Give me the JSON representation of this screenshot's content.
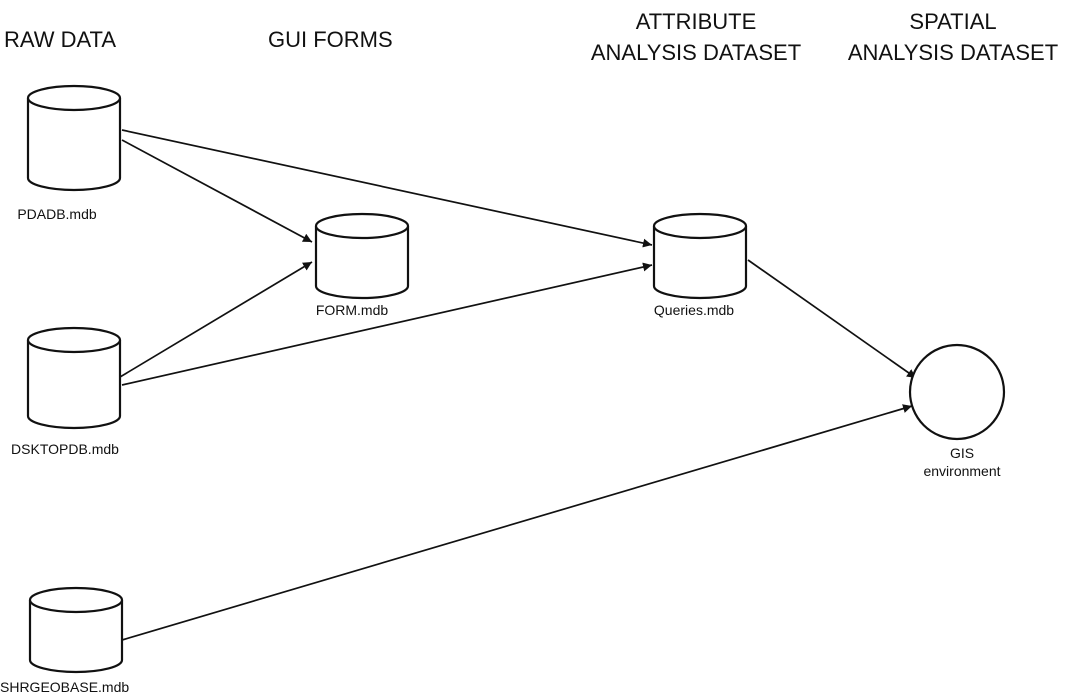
{
  "headers": {
    "raw_data": "RAW DATA",
    "gui_forms": "GUI FORMS",
    "attribute_line1": "ATTRIBUTE",
    "attribute_line2": "ANALYSIS DATASET",
    "spatial_line1": "SPATIAL",
    "spatial_line2": "ANALYSIS DATASET"
  },
  "nodes": {
    "pdadb": {
      "label": "PDADB.mdb",
      "shape": "database-cylinder"
    },
    "dsktopdb": {
      "label": "DSKTOPDB.mdb",
      "shape": "database-cylinder"
    },
    "shrgeobase": {
      "label": "SHRGEOBASE.mdb",
      "shape": "database-cylinder"
    },
    "form": {
      "label": "FORM.mdb",
      "shape": "database-cylinder"
    },
    "queries": {
      "label": "Queries.mdb",
      "shape": "database-cylinder"
    },
    "gis": {
      "label_line1": "GIS",
      "label_line2": "environment",
      "shape": "circle"
    }
  },
  "edges": [
    {
      "from": "PDADB.mdb",
      "to": "FORM.mdb"
    },
    {
      "from": "PDADB.mdb",
      "to": "Queries.mdb"
    },
    {
      "from": "DSKTOPDB.mdb",
      "to": "FORM.mdb"
    },
    {
      "from": "DSKTOPDB.mdb",
      "to": "Queries.mdb"
    },
    {
      "from": "Queries.mdb",
      "to": "GIS environment"
    },
    {
      "from": "SHRGEOBASE.mdb",
      "to": "GIS environment"
    }
  ]
}
